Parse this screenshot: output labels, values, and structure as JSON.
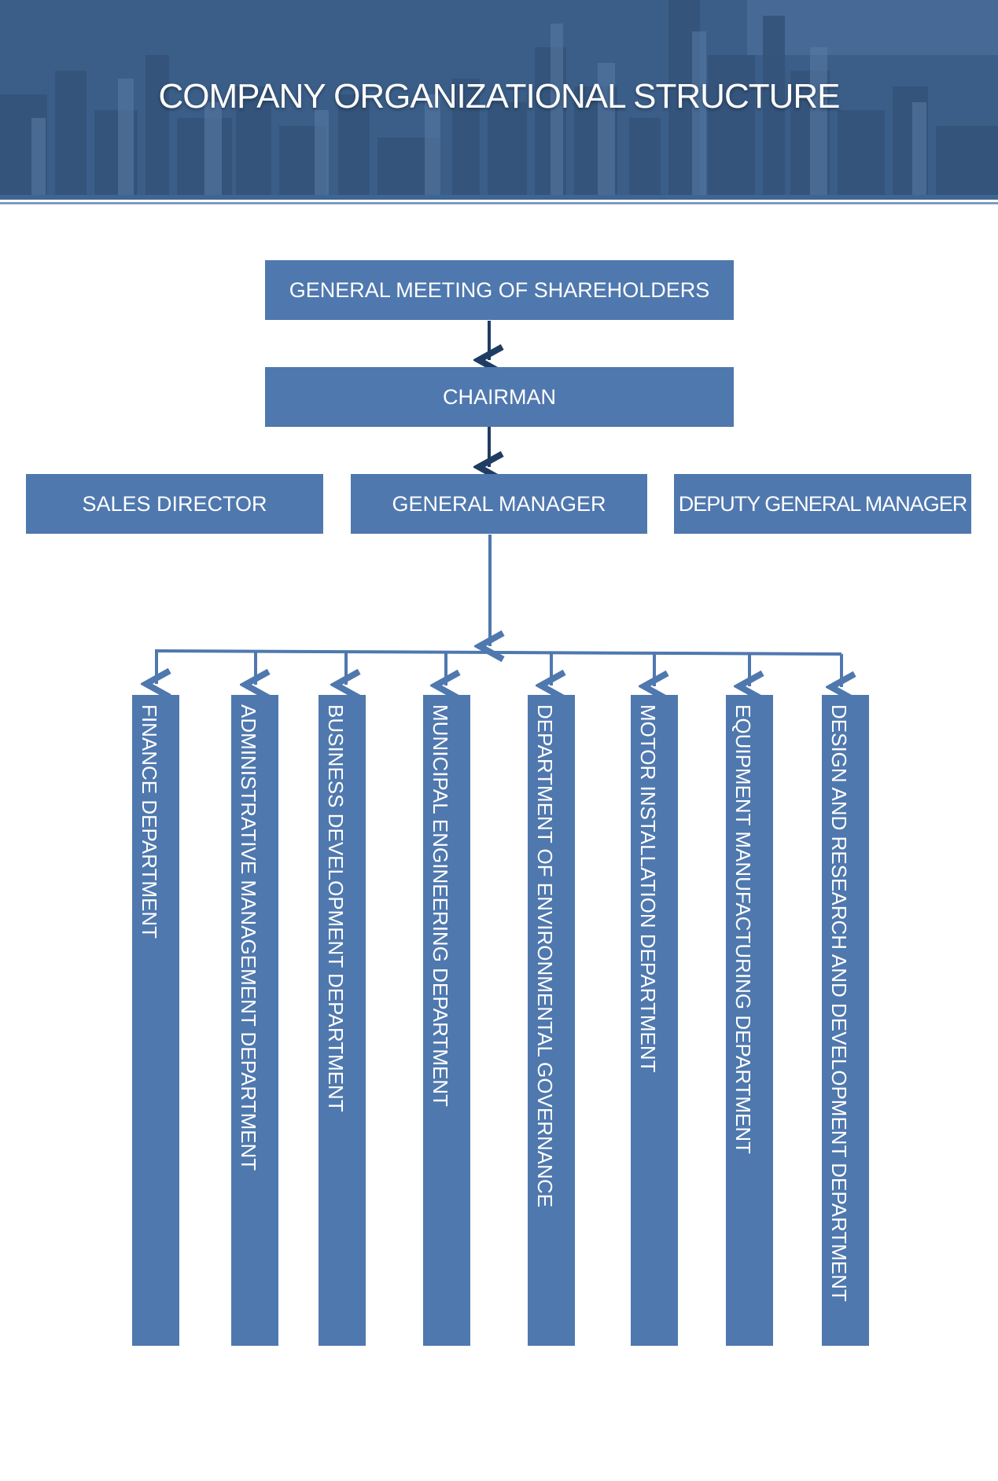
{
  "header": {
    "title": "COMPANY ORGANIZATIONAL STRUCTURE"
  },
  "chart": {
    "top": [
      {
        "id": "shareholders",
        "label": "GENERAL MEETING OF SHAREHOLDERS"
      },
      {
        "id": "chairman",
        "label": "CHAIRMAN"
      }
    ],
    "management": [
      {
        "id": "sales-director",
        "label": "SALES DIRECTOR"
      },
      {
        "id": "general-manager",
        "label": "GENERAL MANAGER"
      },
      {
        "id": "deputy-general-manager",
        "label": "DEPUTY GENERAL MANAGER"
      }
    ],
    "departments": [
      {
        "id": "finance",
        "label": "FINANCE DEPARTMENT"
      },
      {
        "id": "administrative",
        "label": "ADMINISTRATIVE MANAGEMENT DEPARTMENT"
      },
      {
        "id": "business-development",
        "label": "BUSINESS DEVELOPMENT DEPARTMENT"
      },
      {
        "id": "municipal-engineering",
        "label": "MUNICIPAL ENGINEERING DEPARTMENT"
      },
      {
        "id": "environmental-governance",
        "label": "DEPARTMENT OF ENVIRONMENTAL GOVERNANCE"
      },
      {
        "id": "motor-installation",
        "label": "MOTOR INSTALLATION DEPARTMENT"
      },
      {
        "id": "equipment-manufacturing",
        "label": "EQUIPMENT MANUFACTURING DEPARTMENT"
      },
      {
        "id": "design-rd",
        "label": "DESIGN AND RESEARCH AND DEVELOPMENT DEPARTMENT"
      }
    ]
  },
  "colors": {
    "box": "#4f78ae",
    "arrow-dark": "#1f3d63",
    "arrow-light": "#4f78ae",
    "header": "#3f6390"
  }
}
